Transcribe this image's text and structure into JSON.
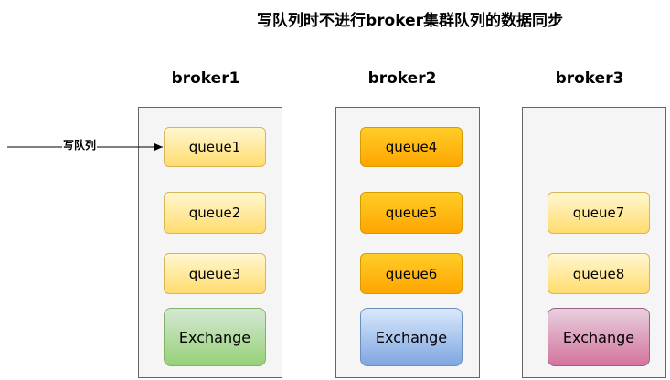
{
  "title": "写队列时不进行broker集群队列的数据同步",
  "arrow_label": "写队列",
  "brokers": [
    {
      "name": "broker1",
      "queues": [
        "queue1",
        "queue2",
        "queue3"
      ],
      "exchange": "Exchange"
    },
    {
      "name": "broker2",
      "queues": [
        "queue4",
        "queue5",
        "queue6"
      ],
      "exchange": "Exchange"
    },
    {
      "name": "broker3",
      "queues": [
        "queue7",
        "queue8"
      ],
      "exchange": "Exchange"
    }
  ],
  "colors": {
    "broker1_queue": "#ffdc6e",
    "broker2_queue": "#ffa500",
    "broker3_queue": "#ffdc6e",
    "broker1_exchange": "#97d077",
    "broker2_exchange": "#7ea6e0",
    "broker3_exchange": "#d5739d"
  }
}
